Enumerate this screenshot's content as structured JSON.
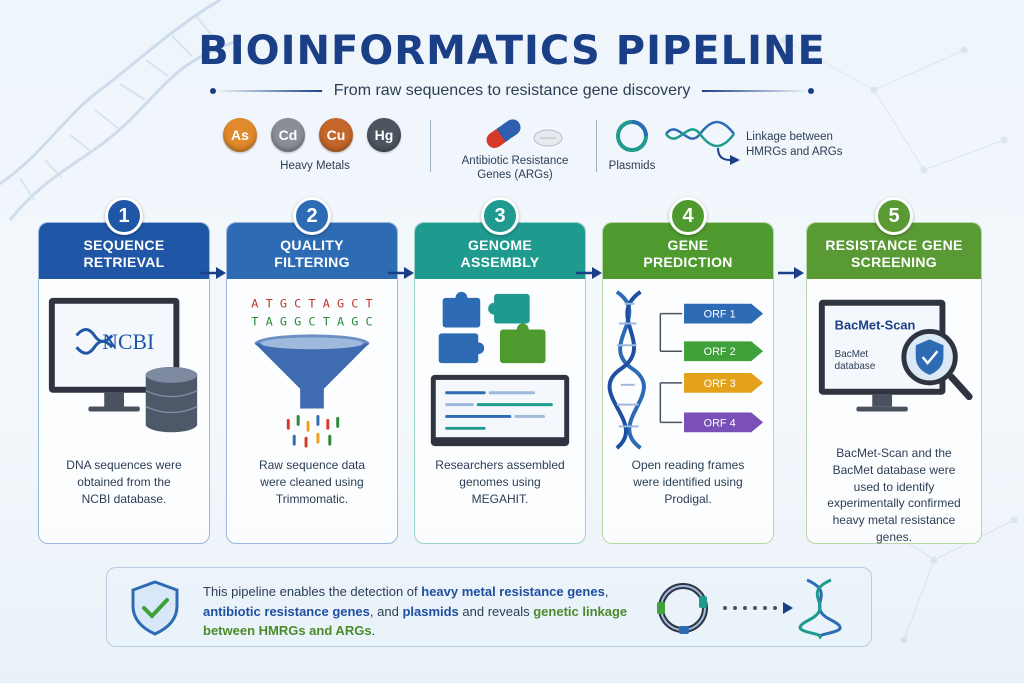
{
  "header": {
    "title": "BIOINFORMATICS PIPELINE",
    "subtitle": "From raw sequences to resistance gene discovery"
  },
  "legend": {
    "metals": [
      "As",
      "Cd",
      "Cu",
      "Hg"
    ],
    "metals_label": "Heavy Metals",
    "args_label_1": "Antibiotic Resistance",
    "args_label_2": "Genes (ARGs)",
    "plasmids_label": "Plasmids",
    "linkage_label_1": "Linkage between",
    "linkage_label_2": "HMRGs and ARGs"
  },
  "steps": [
    {
      "number": "1",
      "title_1": "SEQUENCE",
      "title_2": "RETRIEVAL",
      "art_text": "NCBI",
      "desc_1": "DNA sequences were",
      "desc_2": "obtained from the",
      "desc_3": "NCBI database."
    },
    {
      "number": "2",
      "title_1": "QUALITY",
      "title_2": "FILTERING",
      "seq_1": "A T G C T A G C T",
      "seq_2": "T A G G C T A G C",
      "desc_1": "Raw sequence data",
      "desc_2": "were cleaned using",
      "desc_3": "Trimmomatic."
    },
    {
      "number": "3",
      "title_1": "GENOME",
      "title_2": "ASSEMBLY",
      "desc_1": "Researchers assembled",
      "desc_2": "genomes using",
      "desc_3": "MEGAHIT."
    },
    {
      "number": "4",
      "title_1": "GENE",
      "title_2": "PREDICTION",
      "orfs": [
        "ORF 1",
        "ORF 2",
        "ORF 3",
        "ORF 4"
      ],
      "desc_1": "Open reading frames",
      "desc_2": "were identified using",
      "desc_3": "Prodigal."
    },
    {
      "number": "5",
      "title_1": "RESISTANCE GENE",
      "title_2": "SCREENING",
      "screen_title": "BacMet-Scan",
      "screen_sub_1": "BacMet",
      "screen_sub_2": "database",
      "desc_1": "BacMet-Scan and the",
      "desc_2": "BacMet database were",
      "desc_3": "used to identify",
      "desc_4": "experimentally confirmed",
      "desc_5": "heavy metal resistance",
      "desc_6": "genes."
    }
  ],
  "summary": {
    "t1": "This pipeline enables the detection of ",
    "hl1": "heavy metal resistance genes",
    "t2": ",",
    "hl2": "antibiotic resistance genes",
    "t3": ", and ",
    "hl3": "plasmids",
    "t4": " and reveals ",
    "hl4": "genetic linkage",
    "hl5": "between HMRGs and ARGs",
    "t5": "."
  },
  "colors": {
    "step1": "#1f56a6",
    "step2": "#2d6bb4",
    "step3": "#1f9a8e",
    "step4": "#4f9a2f",
    "step5": "#5a9a35"
  }
}
